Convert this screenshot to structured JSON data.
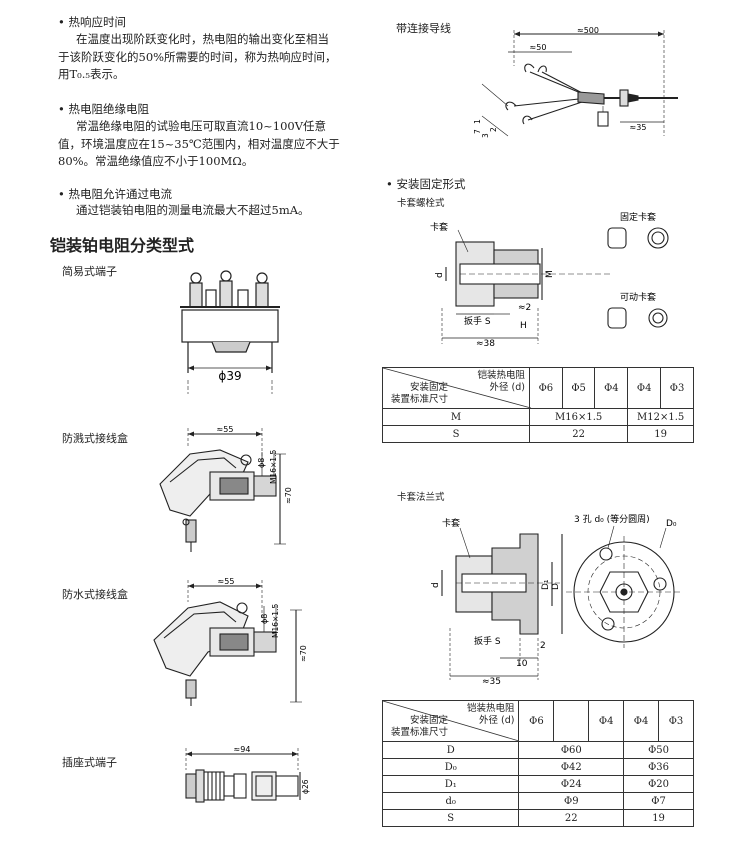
{
  "sections": {
    "response_time": {
      "title": "• 热响应时间",
      "lines": [
        "在温度出现阶跃变化时，热电阻的输出变化至相当",
        "于该阶跃变化的50%所需要的时间，称为热响应时间，",
        "用T₀.₅表示。"
      ]
    },
    "insulation": {
      "title": "• 热电阻绝缘电阻",
      "lines": [
        "常温绝缘电阻的试验电压可取直流10~100V任意",
        "值，环境温度应在15~35℃范围内，相对温度应不大于",
        "80%。常温绝缘值应不小于100MΩ。"
      ]
    },
    "current": {
      "title": "• 热电阻允许通过电流",
      "lines": [
        "通过铠装铂电阻的测量电流最大不超过5mA。"
      ]
    }
  },
  "heading": "铠装铂电阻分类型式",
  "types": {
    "simple": {
      "label": "简易式端子",
      "dim": "ϕ39"
    },
    "splash": {
      "label": "防溅式接线盒",
      "dims": [
        "≈55",
        "ϕ8",
        "M16×1.5",
        "≈70"
      ]
    },
    "waterproof": {
      "label": "防水式接线盒",
      "dims": [
        "≈55",
        "ϕ8",
        "M16×1.5",
        "≈70"
      ]
    },
    "socket": {
      "label": "插座式端子",
      "dims": [
        "≈94",
        "ϕ26"
      ]
    }
  },
  "lead": {
    "label": "带连接导线",
    "dims": [
      "≈500",
      "≈50",
      "≈35",
      "3",
      "2",
      "1",
      "7"
    ]
  },
  "mounting": {
    "title": "• 安装固定形式",
    "bolt": {
      "label": "卡套螺栓式",
      "callouts": [
        "卡套",
        "固定卡套",
        "可动卡套",
        "扳手 S"
      ],
      "dims": [
        "d",
        "M",
        "≈2",
        "H",
        "≈38"
      ]
    },
    "flange": {
      "label": "卡套法兰式",
      "callouts": [
        "卡套",
        "3 孔 d₀ (等分圆周)",
        "D₀",
        "扳手 S"
      ],
      "dims": [
        "d",
        "D₁",
        "D",
        "2",
        "10",
        "≈35"
      ]
    }
  },
  "table1": {
    "header_top": [
      "铠装热电阻",
      "外径 (d)"
    ],
    "header_bottom": [
      "安装固定",
      "装置标准尺寸"
    ],
    "cols": [
      "Φ6",
      "Φ5",
      "Φ4",
      "Φ4",
      "Φ3"
    ],
    "rows": [
      {
        "name": "M",
        "a": "M16×1.5",
        "b": "M12×1.5"
      },
      {
        "name": "S",
        "a": "22",
        "b": "19"
      }
    ]
  },
  "table2": {
    "header_top": [
      "铠装热电阻",
      "外径 (d)"
    ],
    "header_bottom": [
      "安装固定",
      "装置标准尺寸"
    ],
    "cols": [
      "Φ6",
      "",
      "Φ4",
      "Φ4",
      "Φ3"
    ],
    "rows": [
      {
        "name": "D",
        "a": "Φ60",
        "b": "Φ50"
      },
      {
        "name": "D₀",
        "a": "Φ42",
        "b": "Φ36"
      },
      {
        "name": "D₁",
        "a": "Φ24",
        "b": "Φ20"
      },
      {
        "name": "d₀",
        "a": "Φ9",
        "b": "Φ7"
      },
      {
        "name": "S",
        "a": "22",
        "b": "19"
      }
    ]
  }
}
